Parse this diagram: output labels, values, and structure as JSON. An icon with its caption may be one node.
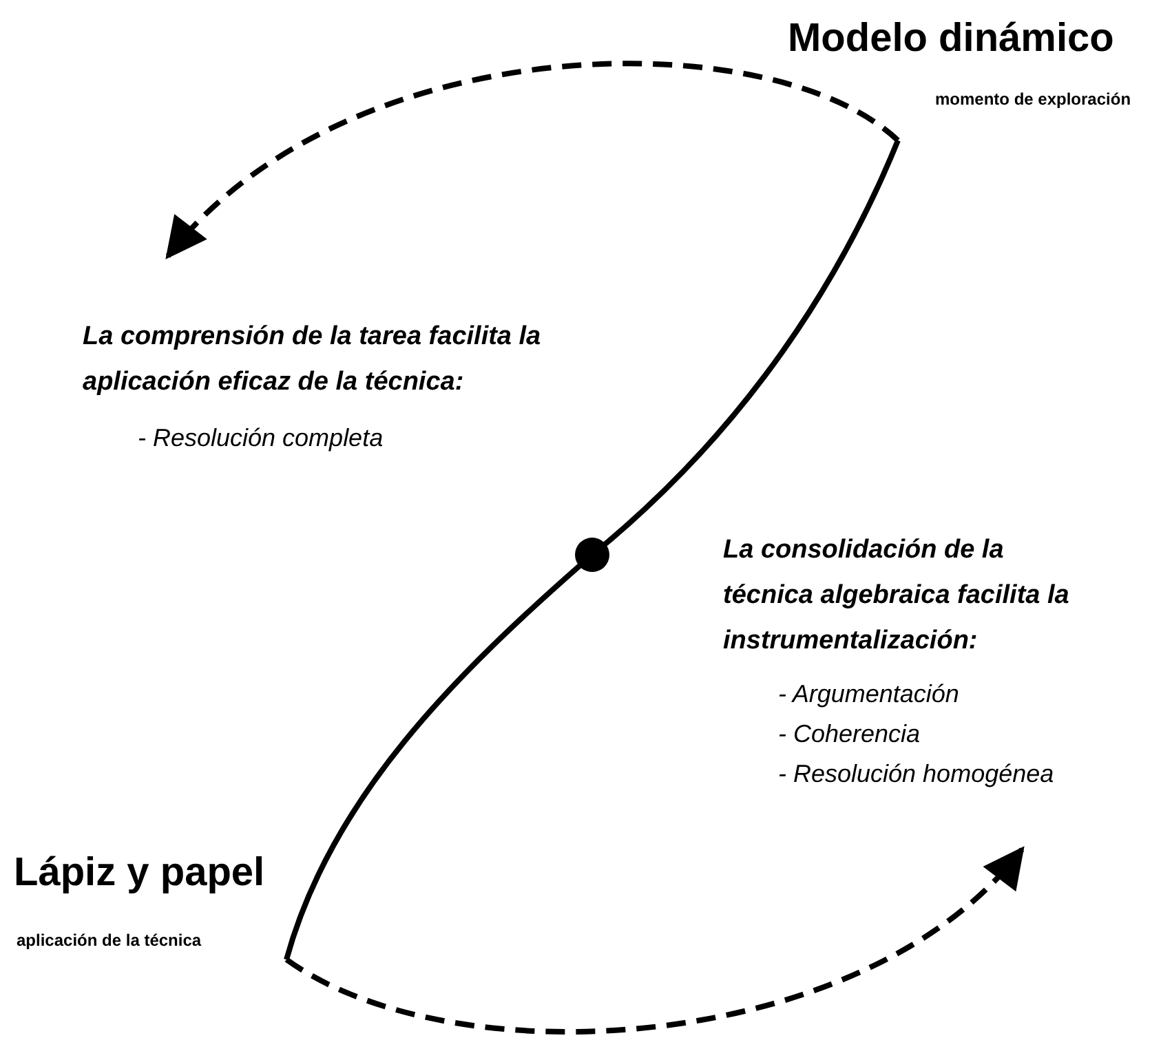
{
  "diagram": {
    "nodes": [
      {
        "text": [
          "Modelo dinámico"
        ],
        "beside": [
          "momento de exploración"
        ]
      },
      {
        "text": [
          "La comprensión de la tarea facilita la aplicación eficaz de la técnica:",
          "- Resolución completa"
        ]
      },
      {
        "text": [],
        "shape": "circle"
      },
      {
        "text": [
          "La consolidación de la técnica algebraica facilita la instrumentalización:",
          "- Argumentación",
          "- Coherencia",
          "- Resolución homogénea"
        ]
      },
      {
        "text": [
          "Lápiz y papel"
        ],
        "beside": [
          "aplicación de la técnica"
        ]
      }
    ],
    "edges": [
      {
        "from": 0,
        "to": 2,
        "arrow": "none"
      },
      {
        "from": 2,
        "to": 4,
        "arrow": "none"
      },
      {
        "from": 0,
        "to": 1,
        "arrow": "to",
        "style": "dashed"
      },
      {
        "from": 4,
        "to": 3,
        "arrow": "to",
        "style": "dashed"
      }
    ]
  }
}
